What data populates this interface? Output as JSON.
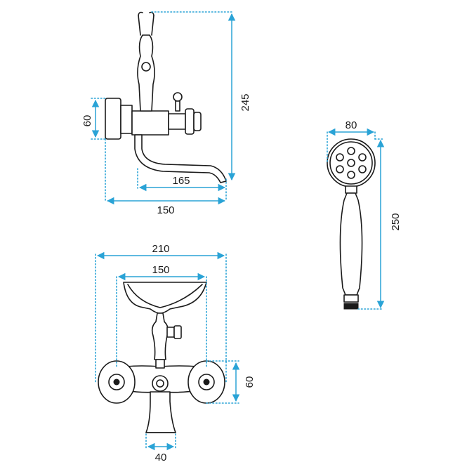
{
  "dimensions": {
    "side_height": "245",
    "side_mount": "60",
    "side_spout": "165",
    "side_depth": "150",
    "front_overall": "210",
    "front_holder": "150",
    "front_base": "60",
    "front_spout": "40",
    "shower_diameter": "80",
    "shower_length": "250"
  },
  "colors": {
    "dimension_line": "#2aa3d6",
    "drawing_line": "#1a1a1a",
    "background": "#ffffff"
  }
}
